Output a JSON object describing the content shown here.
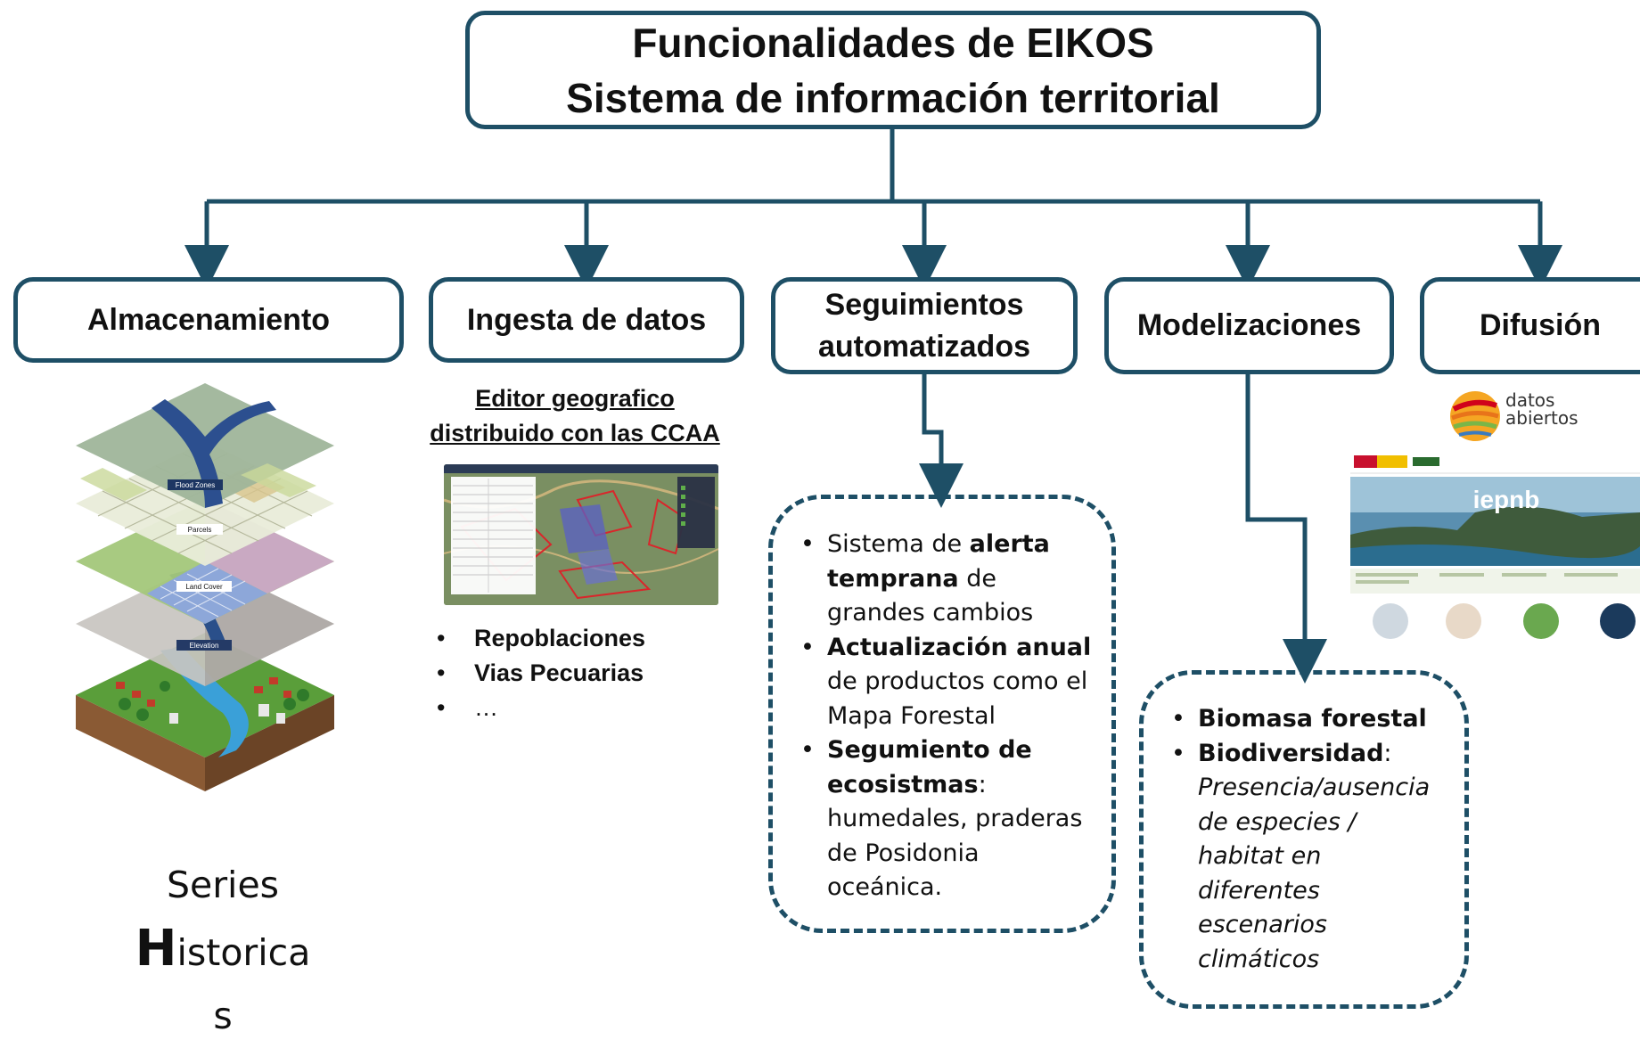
{
  "title": {
    "line1": "Funcionalidades de EIKOS",
    "line2": "Sistema de información territorial"
  },
  "categories": {
    "almacenamiento": "Almacenamiento",
    "ingesta": "Ingesta de datos",
    "seguimientos_line1": "Seguimientos",
    "seguimientos_line2": "automatizados",
    "modelizaciones": "Modelizaciones",
    "difusion": "Difusión"
  },
  "almacenamiento": {
    "layers": [
      "Flood Zones",
      "Parcels",
      "Land Cover",
      "Elevation"
    ],
    "caption_line1": "Series",
    "caption_big_letter": "H",
    "caption_line2_rest": "istorica",
    "caption_line3": "s"
  },
  "ingesta": {
    "editor_line1": "Editor geografico",
    "editor_line2": "distribuido con las CCAA",
    "items": [
      "Repoblaciones",
      "Vias Pecuarias",
      "…"
    ]
  },
  "seguimientos": {
    "item1_pre": "Sistema de ",
    "item1_bold": "alerta temprana",
    "item1_post": " de grandes cambios",
    "item2_bold": "Actualización anual",
    "item2_post": " de productos como el Mapa Forestal",
    "item3_bold": "Segumiento de ecosistmas",
    "item3_post": ": humedales, praderas de Posidonia oceánica."
  },
  "modelizaciones": {
    "item1_bold": "Biomasa forestal",
    "item2_bold": "Biodiversidad",
    "item2_colon": ":",
    "item2_italic": "Presencia/ausencia de especies / habitat en diferentes escenarios climáticos"
  },
  "difusion": {
    "logo_line1": "datos",
    "logo_line2": "abiertos",
    "site_name": "iepnb"
  },
  "colors": {
    "border": "#1e4f66"
  }
}
